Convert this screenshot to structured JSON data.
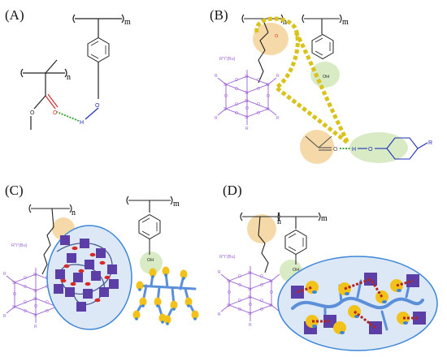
{
  "panels": {
    "a": {
      "label": "(A)",
      "poly1_sub": "m",
      "poly2_sub": "n",
      "atom_o_carbonyl": "O",
      "atom_h": "H",
      "atom_o_phenol": "O",
      "atom_o_ester": "O"
    },
    "b": {
      "label": "(B)",
      "poly1_sub": "n",
      "poly2_sub": "m",
      "ibu_label": "R\"i\"(Bu)",
      "phenol_oh": "OH",
      "carbonyl_o": "O",
      "ester_o": "O",
      "h_atom": "H",
      "ph_o": "O",
      "r_group": "R"
    },
    "c": {
      "label": "(C)",
      "poly1_sub": "n",
      "poly2_sub": "m",
      "ibu_label": "R\"i\"(Bu)",
      "phenol_oh": "OH"
    },
    "d": {
      "label": "(D)",
      "poly1_sub": "n",
      "poly2_sub": "m",
      "ibu_label": "R\"i\"(Bu)",
      "phenol_oh": "OH"
    }
  },
  "colors": {
    "poss": "#9b5fd4",
    "carbonyl_highlight": "#f6d9a8",
    "phenol_highlight": "#d8ebc4",
    "hbond_green": "#3fa63f",
    "hbond_yellow": "#d9c21a",
    "blue_bond": "#1f2fb8",
    "red_o": "#d62a2a",
    "ellipse_fill": "#dde8f6",
    "ellipse_stroke": "#3c86d8",
    "cube": "#5b3fa6",
    "chain": "#5b8fd9",
    "dot_yellow": "#f2c21b",
    "link_red": "#b3261e"
  }
}
